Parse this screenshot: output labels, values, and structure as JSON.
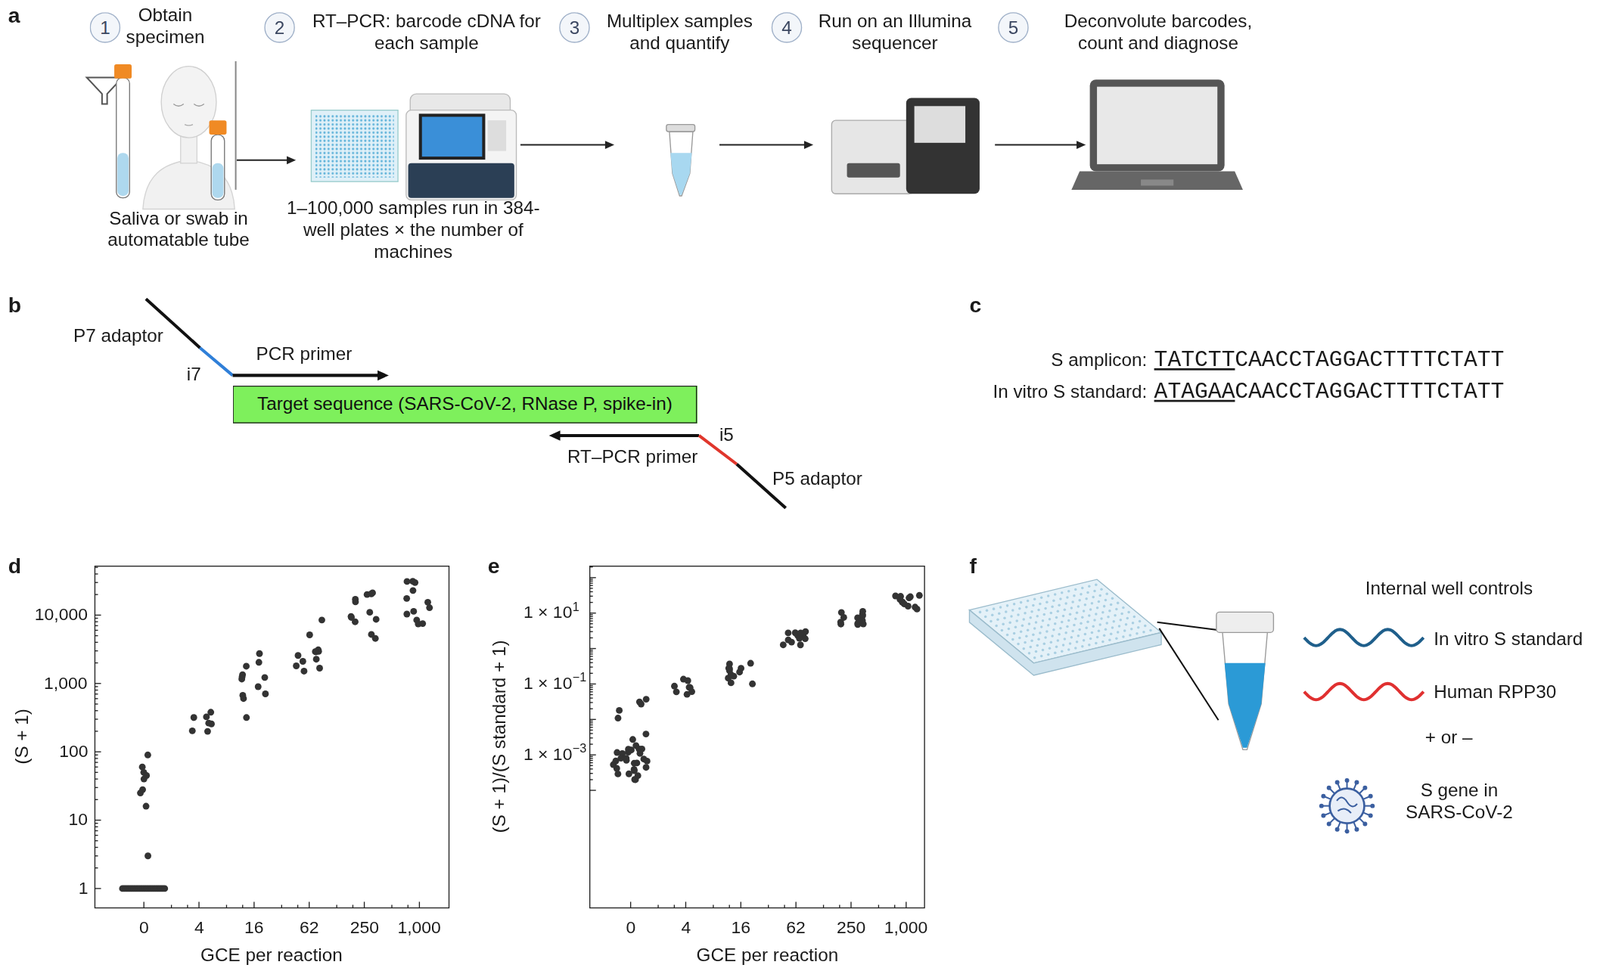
{
  "diagram": {
    "nodes": [
      {
        "text": [
          "1"
        ]
      },
      {
        "text": [
          "2"
        ]
      },
      {
        "text": [
          "3"
        ]
      },
      {
        "text": [
          "4"
        ]
      },
      {
        "text": [
          "5"
        ]
      },
      {
        "text": [
          "Target sequence (SARS-CoV-2, RNase P, spike-in)"
        ]
      }
    ],
    "labels": [
      "a",
      "Obtain specimen",
      "RT–PCR: barcode cDNA for each sample",
      "Multiplex samples and quantify",
      "Run on an Illumina sequencer",
      "Deconvolute barcodes, count and diagnose",
      "Saliva or swab in automatable tube",
      "1–100,000 samples run in 384-well plates × the number of machines",
      "b",
      "P7 adaptor",
      "i7",
      "PCR primer",
      "RT–PCR primer",
      "i5",
      "P5 adaptor",
      "c",
      "S amplicon:",
      "TATCTT",
      "CAACCTAGGACTTTTCTATT",
      "In vitro S standard:",
      "ATAGAA",
      "CAACCTAGGACTTTTCTATT",
      "d",
      "10,000",
      "1,000",
      "100",
      "10",
      "1",
      "(S + 1)",
      "0",
      "4",
      "16",
      "62",
      "250",
      "1,000",
      "GCE per reaction",
      "e",
      "1 × 10",
      "1",
      "1 × 10",
      "−1",
      "1 × 10",
      "−3",
      "(S + 1)/(S standard + 1)",
      "0",
      "4",
      "16",
      "62",
      "250",
      "1,000",
      "GCE per reaction",
      "f",
      "Internal well controls",
      "In vitro S standard",
      "Human RPP30",
      "+ or –",
      "S gene in SARS-CoV-2"
    ]
  }
}
